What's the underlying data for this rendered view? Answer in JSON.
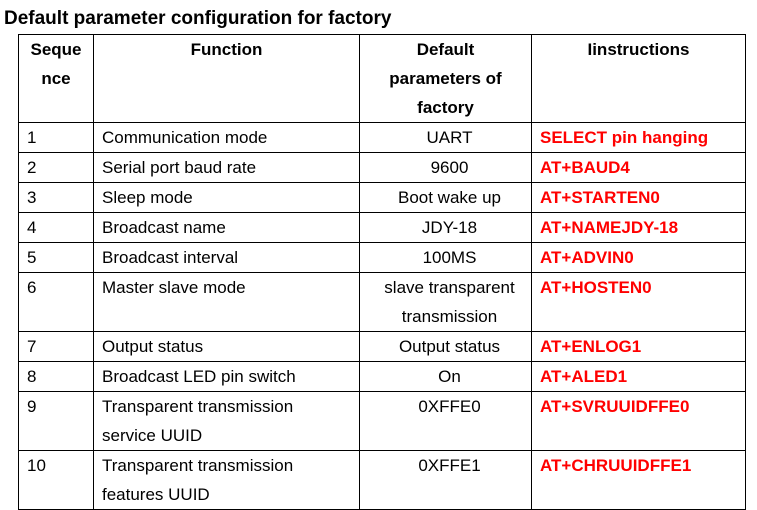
{
  "document": {
    "title": "Default parameter configuration for factory",
    "headers": {
      "sequence": [
        "Seque",
        "nce"
      ],
      "function": "Function",
      "default": [
        "Default",
        "parameters of",
        "factory"
      ],
      "instructions": "Iinstructions"
    },
    "rows": [
      {
        "seq": "1",
        "function": [
          "Communication mode"
        ],
        "default": [
          "UART"
        ],
        "instruction": "SELECT pin hanging"
      },
      {
        "seq": "2",
        "function": [
          "Serial port baud rate"
        ],
        "default": [
          "9600"
        ],
        "instruction": "AT+BAUD4"
      },
      {
        "seq": "3",
        "function": [
          "Sleep mode"
        ],
        "default": [
          "Boot wake up"
        ],
        "instruction": "AT+STARTEN0"
      },
      {
        "seq": "4",
        "function": [
          "Broadcast name"
        ],
        "default": [
          "JDY-18"
        ],
        "instruction": "AT+NAMEJDY-18"
      },
      {
        "seq": "5",
        "function": [
          "Broadcast interval"
        ],
        "default": [
          "100MS"
        ],
        "instruction": "AT+ADVIN0"
      },
      {
        "seq": "6",
        "function": [
          "Master slave mode"
        ],
        "default": [
          "slave transparent",
          "transmission"
        ],
        "instruction": "AT+HOSTEN0"
      },
      {
        "seq": "7",
        "function": [
          "Output status"
        ],
        "default": [
          "Output status"
        ],
        "instruction": "AT+ENLOG1"
      },
      {
        "seq": "8",
        "function": [
          "Broadcast LED pin switch"
        ],
        "default": [
          "On"
        ],
        "instruction": "AT+ALED1"
      },
      {
        "seq": "9",
        "function": [
          "Transparent transmission",
          "service UUID"
        ],
        "default": [
          "0XFFE0"
        ],
        "instruction": "AT+SVRUUIDFFE0"
      },
      {
        "seq": "10",
        "function": [
          "Transparent transmission",
          "features UUID"
        ],
        "default": [
          "0XFFE1"
        ],
        "instruction": "AT+CHRUUIDFFE1"
      }
    ],
    "colors": {
      "instruction_text": "#ff0000",
      "text": "#000000",
      "border": "#000000"
    }
  }
}
